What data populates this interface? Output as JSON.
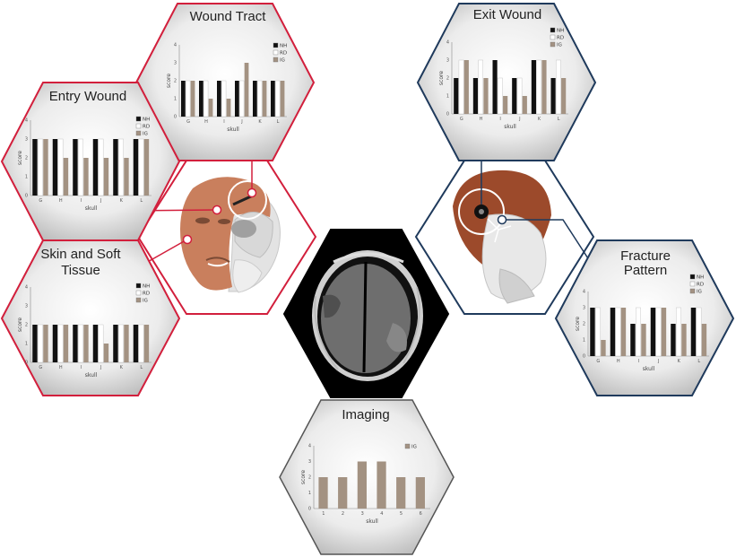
{
  "colors": {
    "red": "#d21f3c",
    "blue": "#1f3a5c",
    "black": "#000000",
    "NH": "#111111",
    "RD": "#ffffff",
    "IG": "#a39282",
    "face": "#c97f5d",
    "bone": "#dcdcdc",
    "scan_bg": "#000000",
    "scan_brain": "#6e6e6e",
    "scan_skull": "#c8c8c8"
  },
  "panels": {
    "wound_tract": {
      "title": "Wound Tract"
    },
    "entry_wound": {
      "title": "Entry Wound"
    },
    "skin_soft_tissue": {
      "title": "Skin and Soft Tissue"
    },
    "exit_wound": {
      "title": "Exit Wound"
    },
    "fracture_pattern": {
      "title": "Fracture Pattern"
    },
    "imaging": {
      "title": "Imaging"
    }
  },
  "chart_data": [
    {
      "id": "wound_tract",
      "type": "bar",
      "xlabel": "skull",
      "ylabel": "score",
      "ylim": [
        0,
        4
      ],
      "categories": [
        "G",
        "H",
        "I",
        "J",
        "K",
        "L"
      ],
      "series": [
        {
          "name": "NH",
          "values": [
            2,
            2,
            2,
            2,
            2,
            2
          ]
        },
        {
          "name": "RD",
          "values": [
            2,
            2,
            2,
            2,
            2,
            2
          ]
        },
        {
          "name": "IG",
          "values": [
            2,
            1,
            1,
            3,
            2,
            2
          ]
        }
      ]
    },
    {
      "id": "entry_wound",
      "type": "bar",
      "xlabel": "skull",
      "ylabel": "score",
      "ylim": [
        0,
        4
      ],
      "categories": [
        "G",
        "H",
        "I",
        "J",
        "K",
        "L"
      ],
      "series": [
        {
          "name": "NH",
          "values": [
            3,
            3,
            3,
            3,
            3,
            3
          ]
        },
        {
          "name": "RD",
          "values": [
            3,
            3,
            3,
            3,
            3,
            3
          ]
        },
        {
          "name": "IG",
          "values": [
            3,
            2,
            2,
            2,
            2,
            3
          ]
        }
      ]
    },
    {
      "id": "skin_soft_tissue",
      "type": "bar",
      "xlabel": "skull",
      "ylabel": "score",
      "ylim": [
        0,
        4
      ],
      "categories": [
        "G",
        "H",
        "I",
        "J",
        "K",
        "L"
      ],
      "series": [
        {
          "name": "NH",
          "values": [
            2,
            2,
            2,
            2,
            2,
            2
          ]
        },
        {
          "name": "RD",
          "values": [
            2,
            2,
            2,
            2,
            2,
            2
          ]
        },
        {
          "name": "IG",
          "values": [
            2,
            2,
            2,
            1,
            2,
            2
          ]
        }
      ]
    },
    {
      "id": "exit_wound",
      "type": "bar",
      "xlabel": "skull",
      "ylabel": "score",
      "ylim": [
        0,
        4
      ],
      "categories": [
        "G",
        "H",
        "I",
        "J",
        "K",
        "L"
      ],
      "series": [
        {
          "name": "NH",
          "values": [
            2,
            2,
            3,
            2,
            3,
            2
          ]
        },
        {
          "name": "RD",
          "values": [
            3,
            3,
            2,
            2,
            3,
            3
          ]
        },
        {
          "name": "IG",
          "values": [
            3,
            2,
            1,
            1,
            3,
            2
          ]
        }
      ]
    },
    {
      "id": "fracture_pattern",
      "type": "bar",
      "xlabel": "skull",
      "ylabel": "score",
      "ylim": [
        0,
        4
      ],
      "categories": [
        "G",
        "H",
        "I",
        "J",
        "K",
        "L"
      ],
      "series": [
        {
          "name": "NH",
          "values": [
            3,
            3,
            2,
            3,
            2,
            3
          ]
        },
        {
          "name": "RD",
          "values": [
            3,
            3,
            3,
            3,
            3,
            3
          ]
        },
        {
          "name": "IG",
          "values": [
            1,
            3,
            2,
            3,
            2,
            2
          ]
        }
      ]
    },
    {
      "id": "imaging",
      "type": "bar",
      "xlabel": "skull",
      "ylabel": "score",
      "ylim": [
        0,
        4
      ],
      "categories": [
        "1",
        "2",
        "3",
        "4",
        "5",
        "6"
      ],
      "series": [
        {
          "name": "IG",
          "values": [
            2,
            2,
            3,
            3,
            2,
            2
          ]
        }
      ]
    }
  ]
}
